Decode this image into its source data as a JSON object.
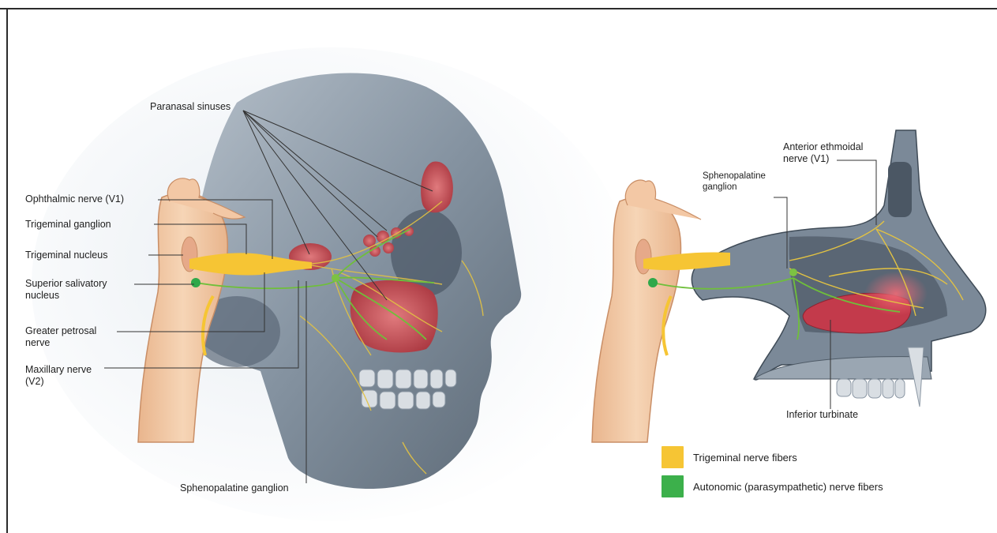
{
  "colors": {
    "background": "#ffffff",
    "frame": "#2b2b2b",
    "trigeminal": "#f6c534",
    "autonomic": "#3cb04b",
    "skin": "#f2c9a4",
    "skull": "#7d8b99",
    "sinus": "#c8505a",
    "leader": "#333333"
  },
  "left_figure": {
    "labels": {
      "paranasal_sinuses": "Paranasal sinuses",
      "ophthalmic_nerve": "Ophthalmic nerve (V1)",
      "trigeminal_ganglion": "Trigeminal ganglion",
      "trigeminal_nucleus": "Trigeminal nucleus",
      "superior_salivatory": [
        "Superior salivatory",
        "nucleus"
      ],
      "greater_petrosal": [
        "Greater petrosal",
        "nerve"
      ],
      "maxillary_nerve": [
        "Maxillary nerve",
        "(V2)"
      ],
      "sphenopalatine_ganglion": "Sphenopalatine ganglion"
    }
  },
  "right_figure": {
    "labels": {
      "anterior_ethmoidal": [
        "Anterior ethmoidal",
        "nerve (V1)"
      ],
      "sphenopalatine_ganglion": [
        "Sphenopalatine",
        "ganglion"
      ],
      "inferior_turbinate": "Inferior turbinate"
    }
  },
  "legend": [
    {
      "label": "Trigeminal nerve fibers",
      "color": "#f6c534"
    },
    {
      "label": "Autonomic (parasympathetic) nerve fibers",
      "color": "#3cb04b"
    }
  ]
}
